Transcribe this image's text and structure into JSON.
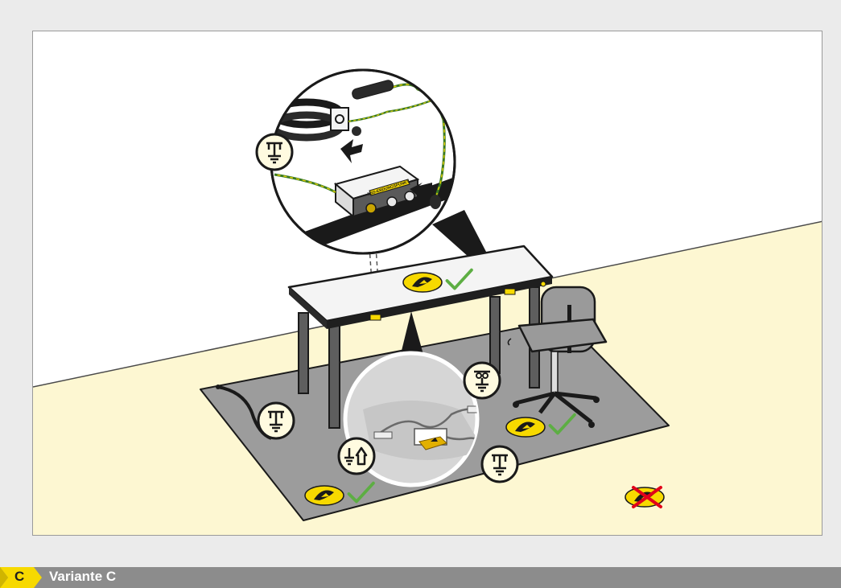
{
  "caption": {
    "letter": "C",
    "title": "Variante C"
  },
  "labels": {
    "socket_sticker": "ESD-ERDUNGSPUNKT"
  },
  "symbols": [
    "earth-ground-symbol",
    "protective-earth-symbol",
    "potential-equalization-symbol",
    "esd-warning-symbol",
    "check-icon",
    "cross-icon"
  ],
  "colors": {
    "floor": "#fdf7d2",
    "mat": "#9c9c9c",
    "esd_yellow": "#f7d900",
    "check_green": "#5dae43",
    "cross_red": "#e2001a",
    "caption_bar": "#8c8c8c",
    "caption_badge": "#f7d900"
  }
}
